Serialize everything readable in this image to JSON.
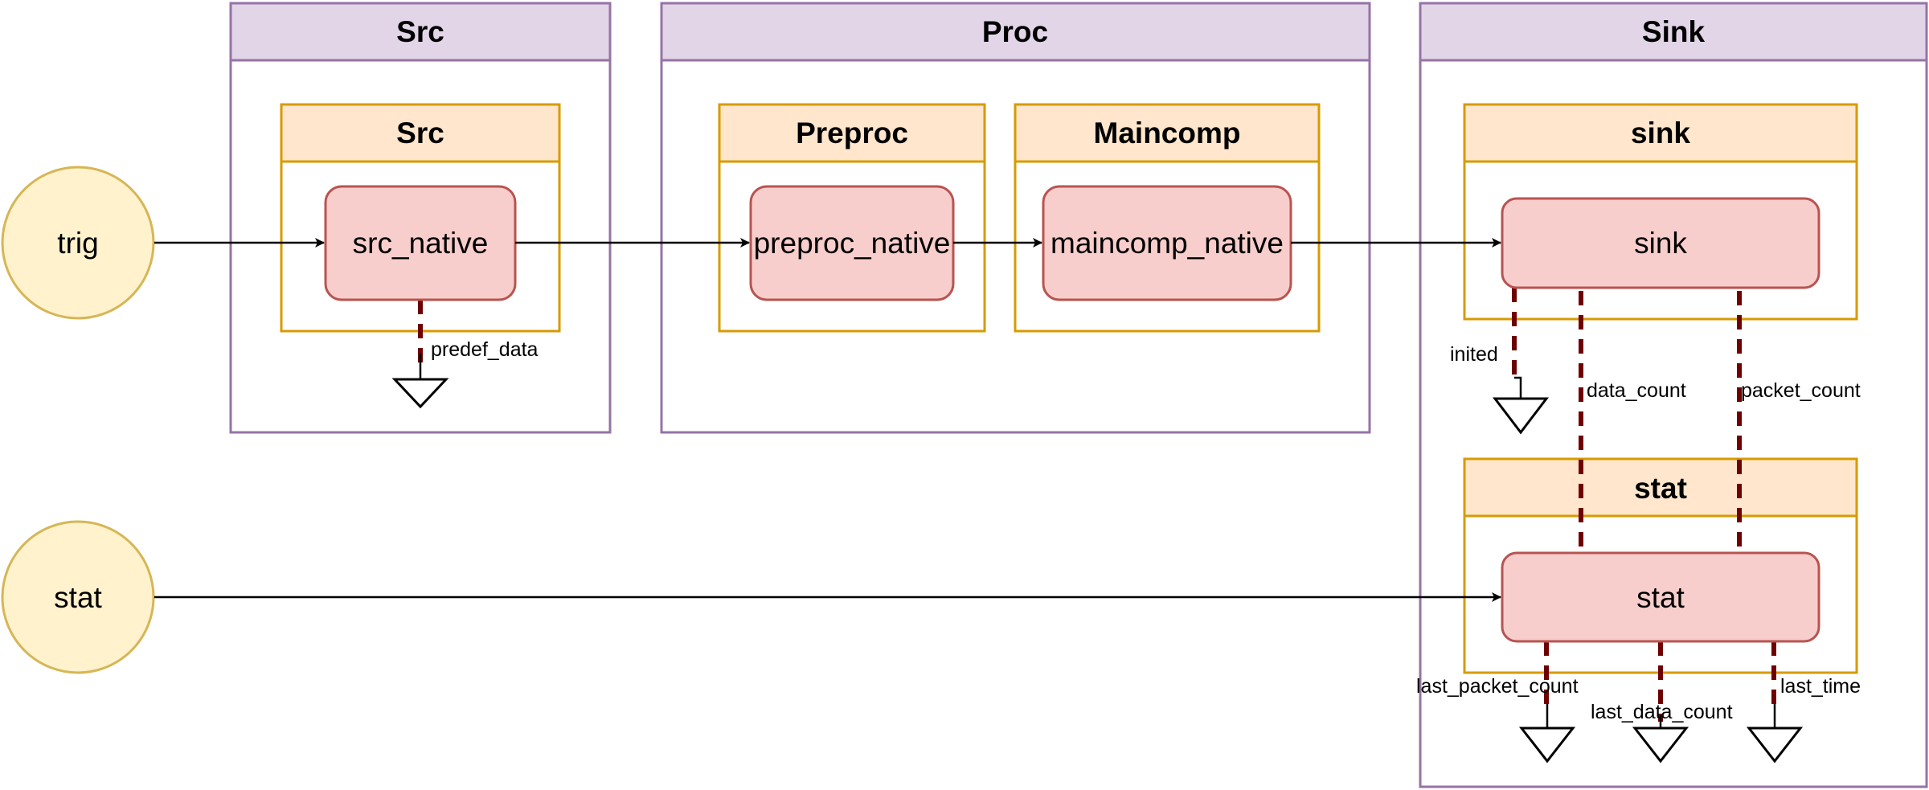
{
  "groups": {
    "src": {
      "title": "Src"
    },
    "proc": {
      "title": "Proc"
    },
    "sink": {
      "title": "Sink"
    }
  },
  "components": {
    "src": {
      "title": "Src"
    },
    "preproc": {
      "title": "Preproc"
    },
    "maincomp": {
      "title": "Maincomp"
    },
    "sink": {
      "title": "sink"
    },
    "stat": {
      "title": "stat"
    }
  },
  "nodes": {
    "src_native": "src_native",
    "preproc_native": "preproc_native",
    "maincomp_native": "maincomp_native",
    "sink": "sink",
    "stat": "stat"
  },
  "triggers": {
    "trig": "trig",
    "stat": "stat"
  },
  "ports": {
    "predef_data": "predef_data",
    "inited": "inited",
    "data_count": "data_count",
    "packet_count": "packet_count",
    "last_packet_count": "last_packet_count",
    "last_data_count": "last_data_count",
    "last_time": "last_time"
  },
  "colors": {
    "group_fill": "#e1d5e7",
    "group_stroke": "#9673a6",
    "component_fill": "#ffe6cc",
    "component_stroke": "#d79b00",
    "node_fill": "#f8cecc",
    "node_stroke": "#b85450",
    "trigger_fill": "#fff2cc",
    "trigger_stroke": "#d6b656",
    "data_link": "#6f0000"
  }
}
